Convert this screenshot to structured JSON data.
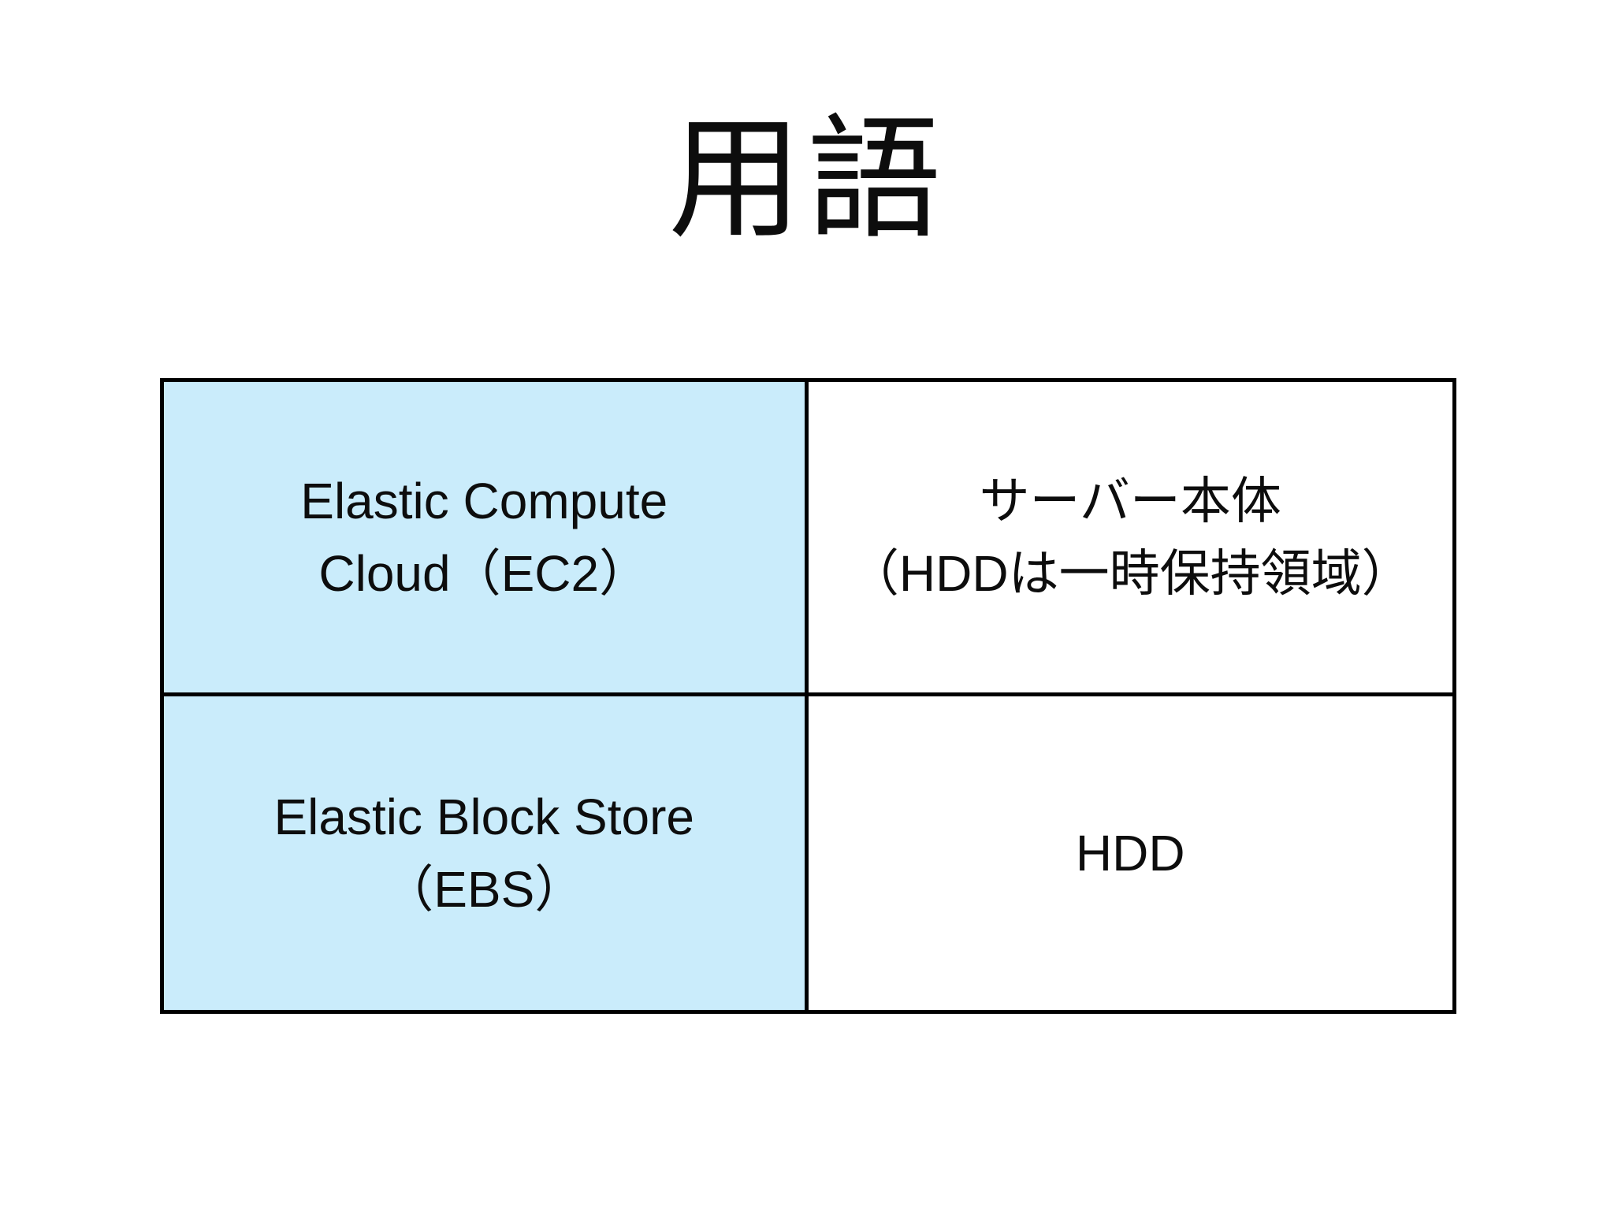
{
  "slide": {
    "title": "用語",
    "table": {
      "rows": [
        {
          "term": "Elastic Compute\nCloud（EC2）",
          "definition": "サーバー本体\n（HDDは一時保持領域）"
        },
        {
          "term": "Elastic Block Store\n（EBS）",
          "definition": "HDD"
        }
      ]
    },
    "colors": {
      "background": "#ffffff",
      "term_cell_background": "#caecfb",
      "definition_cell_background": "#ffffff",
      "table_border": "#000000",
      "text": "#0d0d0d"
    }
  }
}
